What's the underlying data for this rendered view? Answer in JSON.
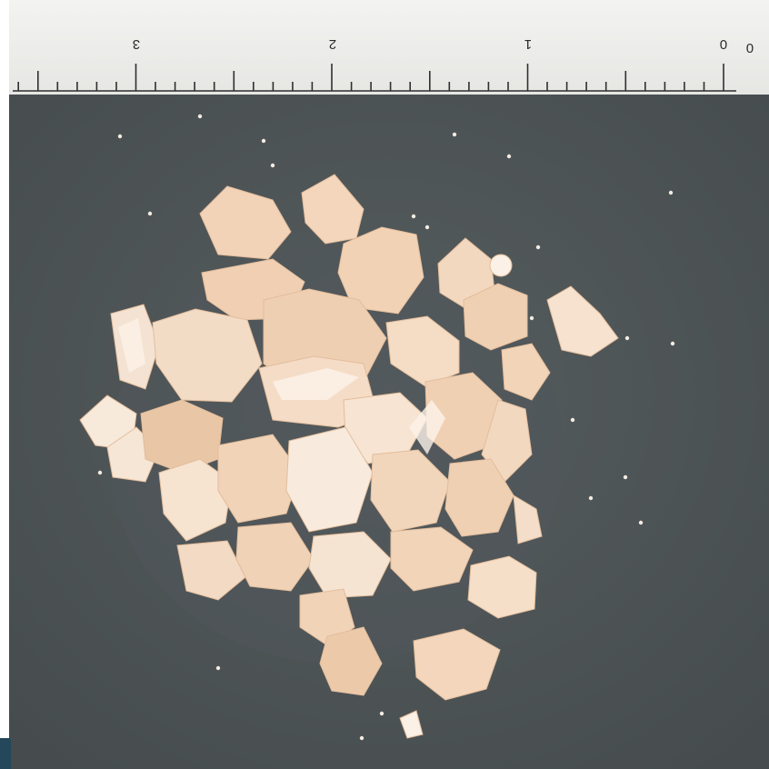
{
  "image": {
    "kind": "photograph",
    "colors": {
      "page_background": "#ffffff",
      "surface": "#4d5456",
      "ruler": "#eeeeec",
      "ruler_marks": "#2f2f2f",
      "crystal_main": "#f1d2b6",
      "crystal_highlight": "#fbebdc",
      "crystal_shadow": "#dfb796",
      "corner_tab": "#24485a"
    }
  },
  "ruler": {
    "orientation": "upside-down",
    "labels": [
      "3",
      "2",
      "1",
      "0",
      "0"
    ]
  }
}
